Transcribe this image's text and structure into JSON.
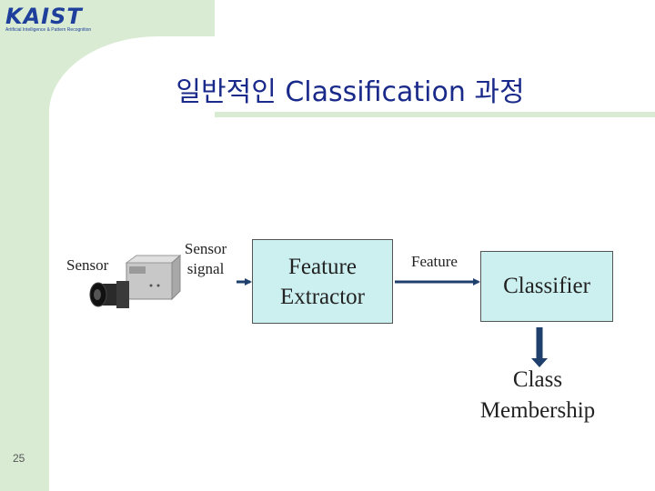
{
  "header": {
    "logo_text": "KAIST",
    "logo_subtitle": "Artificial Intelligence & Pattern Recognition"
  },
  "slide": {
    "title": "일반적인 Classification 과정",
    "page_number": "25"
  },
  "diagram": {
    "sensor_label": "Sensor",
    "sensor_signal_line1": "Sensor",
    "sensor_signal_line2": "signal",
    "feature_extractor_line1": "Feature",
    "feature_extractor_line2": "Extractor",
    "feature_label": "Feature",
    "classifier_label": "Classifier",
    "class_membership_line1": "Class",
    "class_membership_line2": "Membership",
    "box_fill": "#ccf0ef",
    "arrow_color": "#1f3f6c",
    "accent_band": "#d9ecd3"
  }
}
